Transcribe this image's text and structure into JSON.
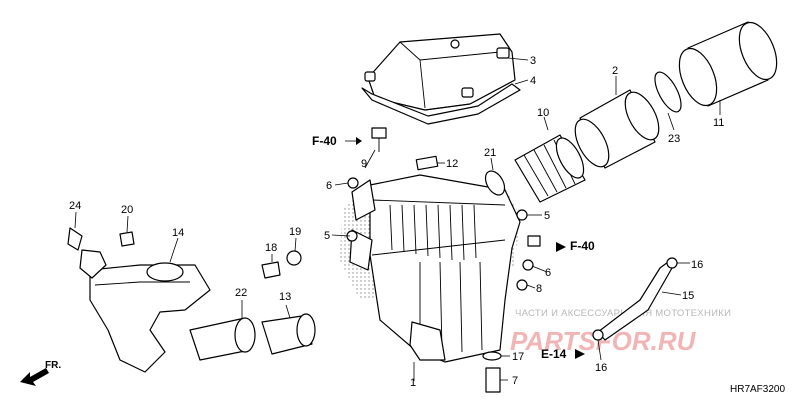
{
  "diagram": {
    "code": "HR7AF3200",
    "front_label": "FR.",
    "refs": {
      "f40_top": "F-40",
      "f40_right": "F-40",
      "e14": "E-14"
    },
    "watermark": {
      "text": "ЧАСТИ И АКСЕССУАРЫ ДЛЯ МОТОТЕХНИКИ",
      "logo": "PARTSFOR.RU"
    },
    "callouts": [
      "1",
      "2",
      "3",
      "4",
      "5",
      "5",
      "6",
      "6",
      "7",
      "8",
      "9",
      "10",
      "11",
      "12",
      "13",
      "14",
      "15",
      "16",
      "16",
      "17",
      "18",
      "19",
      "20",
      "21",
      "22",
      "23",
      "24"
    ]
  },
  "icons": {
    "front_arrow": "front-direction-arrow-icon"
  }
}
